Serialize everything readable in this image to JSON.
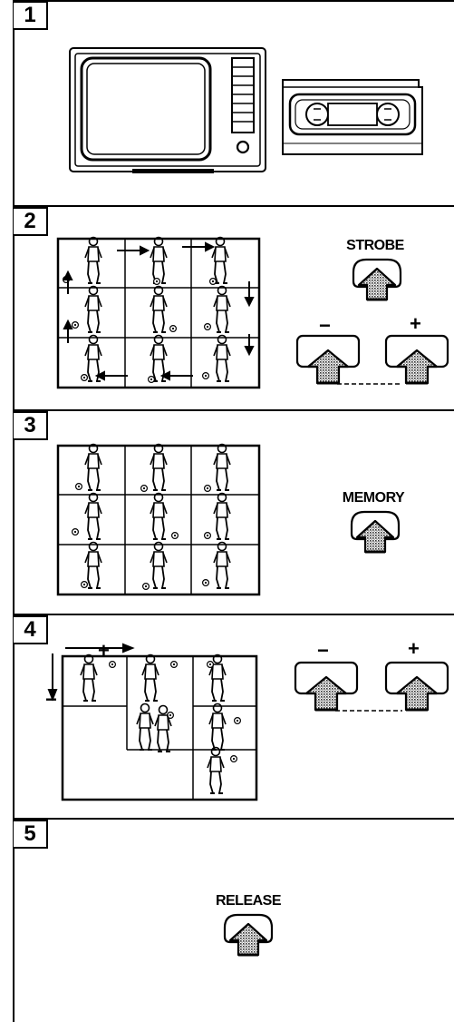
{
  "steps": [
    {
      "number": "1"
    },
    {
      "number": "2",
      "button_label": "STROBE",
      "minus_label": "−",
      "plus_label": "+"
    },
    {
      "number": "3",
      "button_label": "MEMORY"
    },
    {
      "number": "4",
      "minus_label": "−",
      "plus_label": "+",
      "axis_plus_label": "+",
      "axis_minus_label": "−"
    },
    {
      "number": "5",
      "button_label": "RELEASE"
    }
  ],
  "colors": {
    "ink": "#000000",
    "paper": "#ffffff",
    "screen_gray": "#d9d9d9",
    "dither_gray": "#9a9a9a"
  },
  "icons": [
    "tv-icon",
    "video-cassette-icon",
    "strobe-grid-illustration",
    "press-button-icon",
    "direction-arrow-icon"
  ]
}
